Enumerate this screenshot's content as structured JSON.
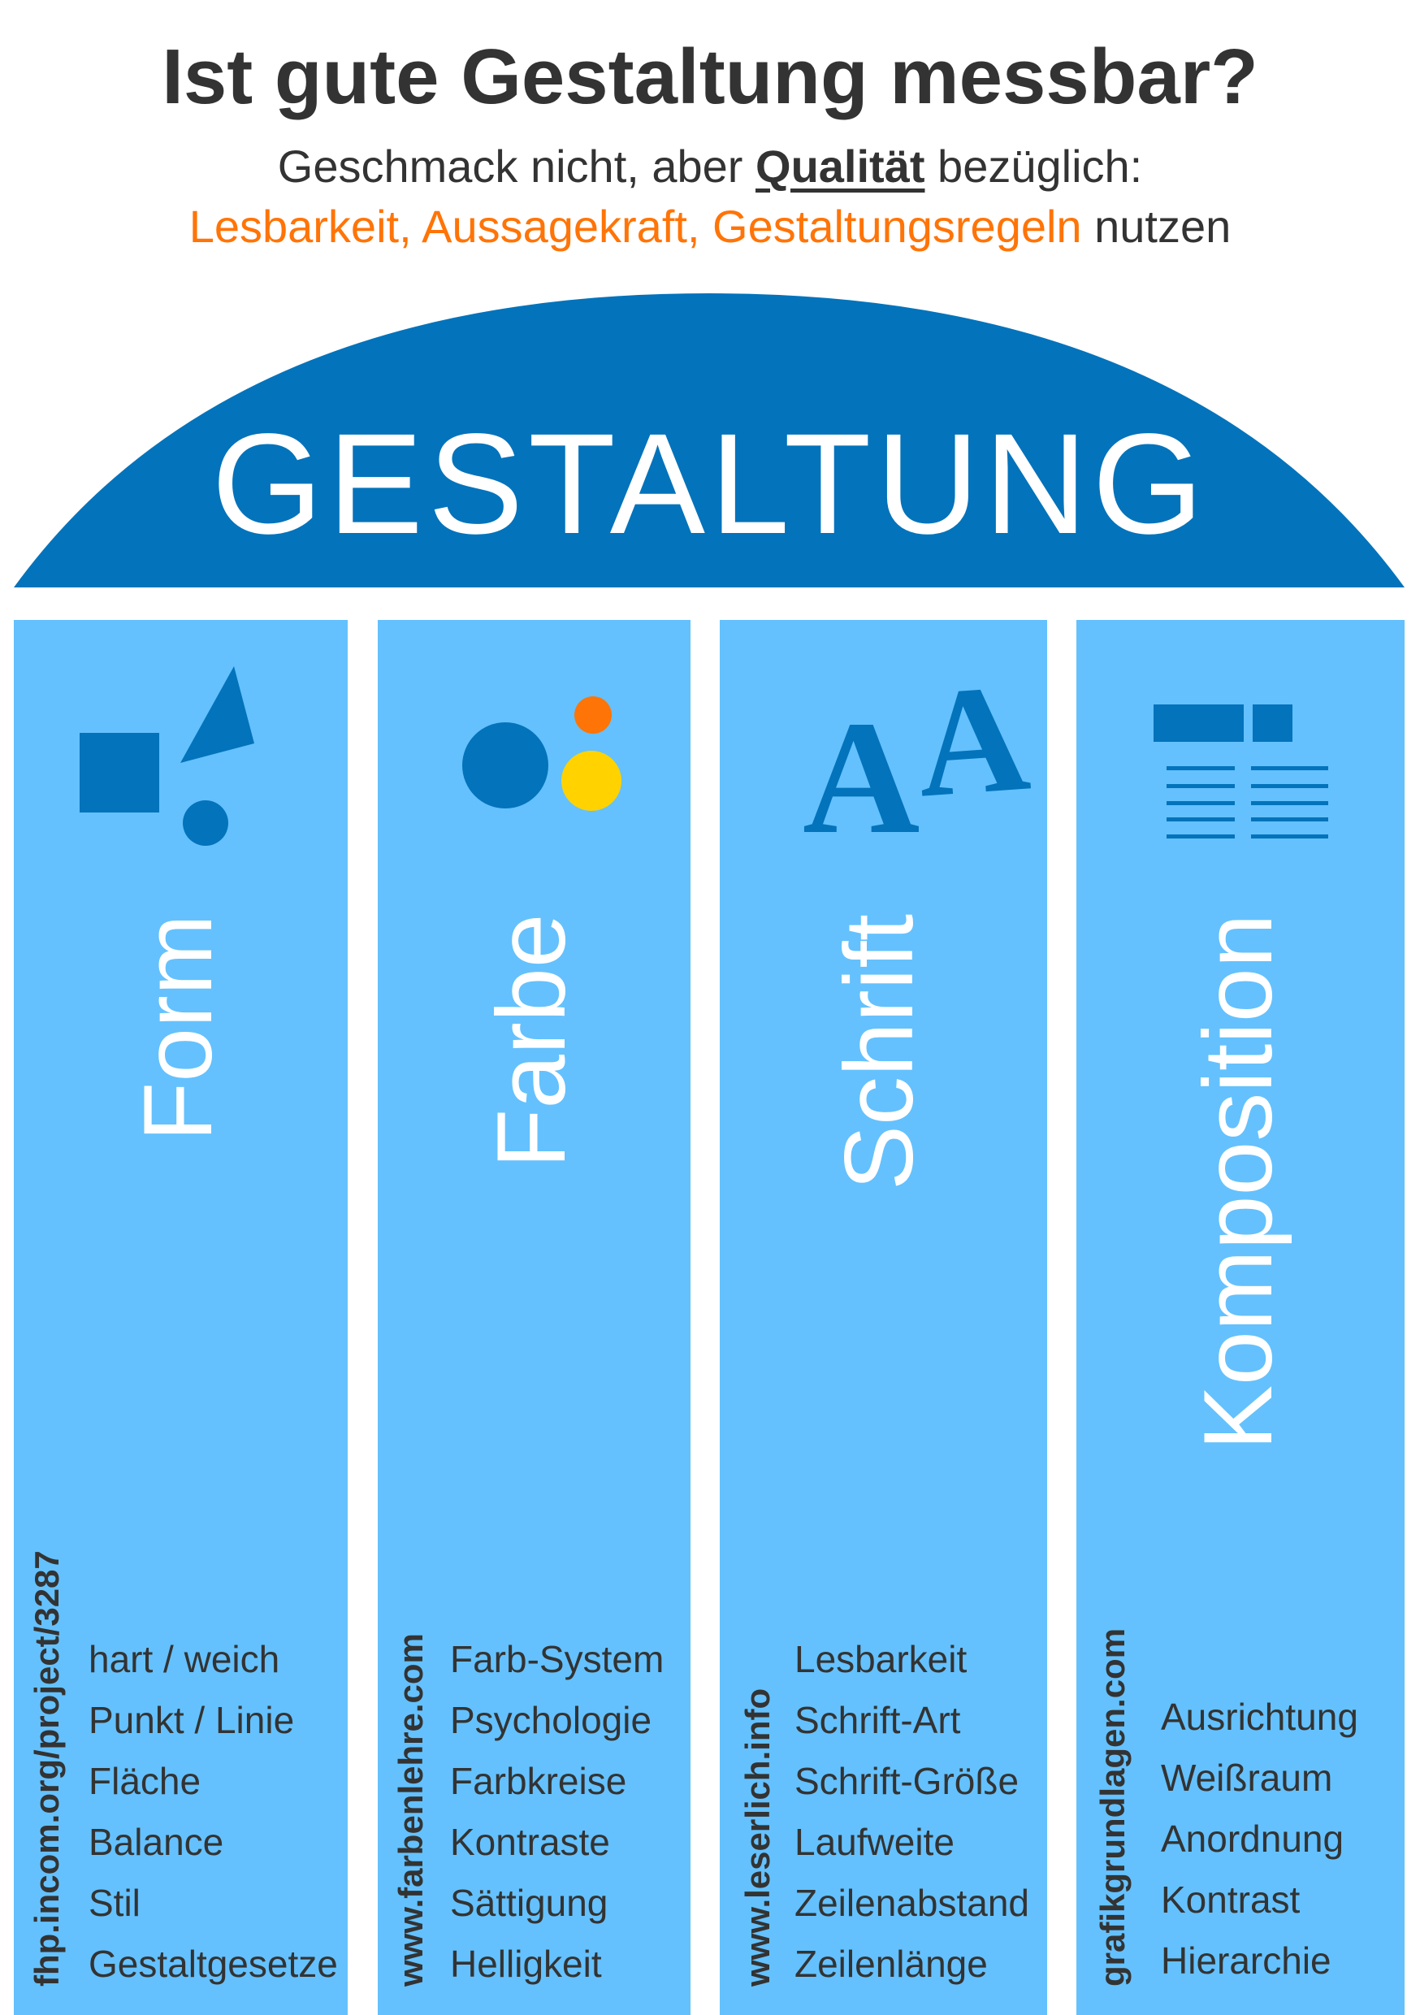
{
  "header": {
    "title": "Ist gute Gestaltung messbar?",
    "line1_prefix": "Geschmack nicht, aber ",
    "line1_emphasis": "Qualität",
    "line1_suffix": " bezüglich:",
    "line2_highlight": "Lesbarkeit, Aussagekraft, Gestaltungsregeln",
    "line2_suffix": " nutzen"
  },
  "dome": {
    "label": "GESTALTUNG"
  },
  "colors": {
    "dark_blue": "#0373bb",
    "light_blue": "#64c1fd",
    "orange": "#ff7407",
    "yellow": "#ffd200",
    "text": "#333333"
  },
  "pillars": [
    {
      "label": "Form",
      "icon": "shapes-icon",
      "url": "fhp.incom.org/project/3287",
      "items": [
        "hart / weich",
        "Punkt / Linie",
        "Fläche",
        "Balance",
        "Stil",
        "Gestaltgesetze"
      ]
    },
    {
      "label": "Farbe",
      "icon": "color-dots-icon",
      "url": "www.farbenlehre.com",
      "items": [
        "Farb-System",
        "Psychologie",
        "Farbkreise",
        "Kontraste",
        "Sättigung",
        "Helligkeit"
      ]
    },
    {
      "label": "Schrift",
      "icon": "typography-icon",
      "url": "www.leserlich.info",
      "glyph": "A",
      "items": [
        "Lesbarkeit",
        "Schrift-Art",
        "Schrift-Größe",
        "Laufweite",
        "Zeilenabstand",
        "Zeilenlänge"
      ]
    },
    {
      "label": "Komposition",
      "icon": "layout-icon",
      "url": "grafikgrundlagen.com",
      "items": [
        "Ausrichtung",
        "Weißraum",
        "Anordnung",
        "Kontrast",
        "Hierarchie"
      ]
    }
  ]
}
